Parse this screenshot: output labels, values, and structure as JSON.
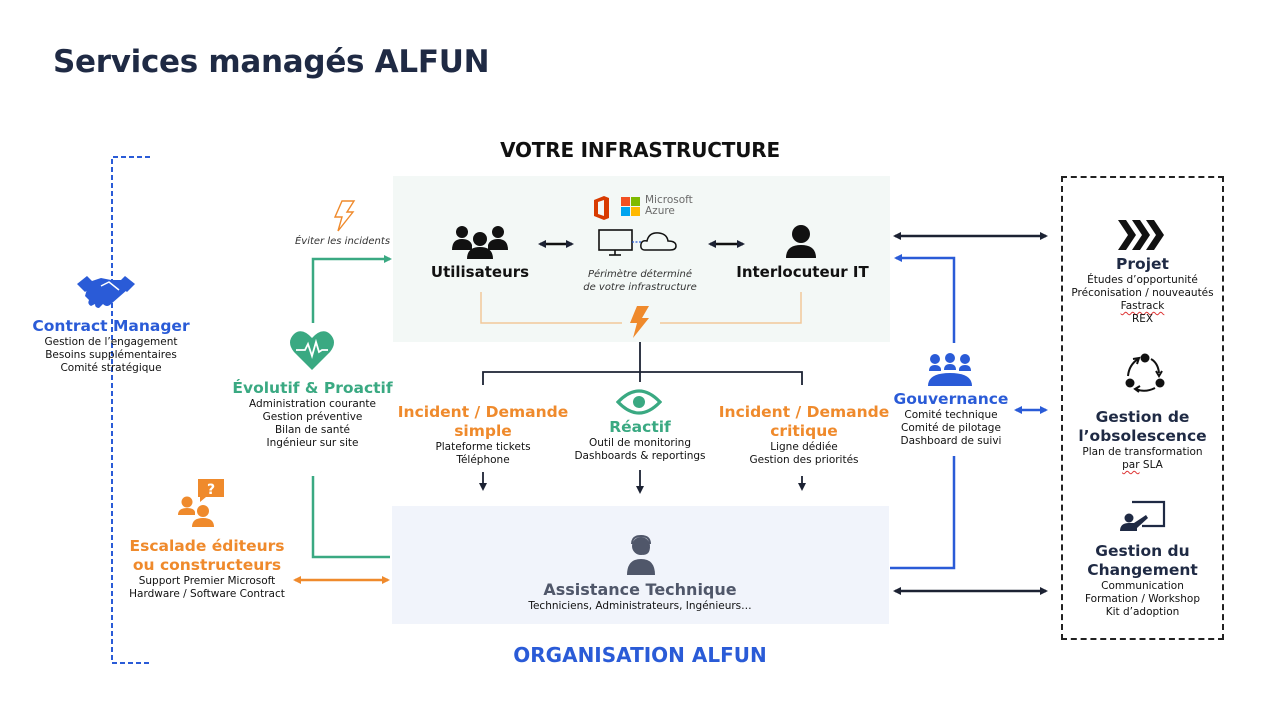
{
  "page": {
    "title": "Services managés ALFUN"
  },
  "infrastructure": {
    "title": "VOTRE INFRASTRUCTURE",
    "users_label": "Utilisateurs",
    "it_contact_label": "Interlocuteur IT",
    "microsoft_label_line1": "Microsoft",
    "microsoft_label_line2": "Azure",
    "perimeter_note_line1": "Périmètre déterminé",
    "perimeter_note_line2": "de votre infrastructure"
  },
  "organisation": {
    "title": "ORGANISATION ALFUN"
  },
  "contract_manager": {
    "title": "Contract Manager",
    "lines": [
      "Gestion de l’engagement",
      "Besoins supplémentaires",
      "Comité stratégique"
    ]
  },
  "proactive": {
    "note": "Éviter les incidents",
    "title": "Évolutif & Proactif",
    "lines": [
      "Administration courante",
      "Gestion préventive",
      "Bilan de santé",
      "Ingénieur sur site"
    ]
  },
  "escalation": {
    "title_line1": "Escalade éditeurs",
    "title_line2": "ou constructeurs",
    "lines": [
      "Support Premier Microsoft",
      "Hardware / Software Contract"
    ]
  },
  "incident_simple": {
    "title_line1": "Incident / Demande",
    "title_line2": "simple",
    "lines": [
      "Plateforme tickets",
      "Téléphone"
    ]
  },
  "reactive": {
    "title": "Réactif",
    "lines": [
      "Outil de monitoring",
      "Dashboards & reportings"
    ]
  },
  "incident_critical": {
    "title_line1": "Incident / Demande",
    "title_line2": "critique",
    "lines": [
      "Ligne dédiée",
      "Gestion des priorités"
    ]
  },
  "assistance": {
    "title": "Assistance Technique",
    "subtitle": "Techniciens, Administrateurs, Ingénieurs…"
  },
  "governance": {
    "title": "Gouvernance",
    "lines": [
      "Comité technique",
      "Comité de pilotage",
      "Dashboard de suivi"
    ]
  },
  "right_panel": {
    "project": {
      "title": "Projet",
      "lines": [
        "Études d’opportunité",
        "Préconisation / nouveautés",
        "Fastrack",
        "REX"
      ]
    },
    "obsolescence": {
      "title_line1": "Gestion de",
      "title_line2": "l’obsolescence",
      "line1": "Plan de transformation",
      "line2_prefix": "par",
      "line2_suffix": " SLA"
    },
    "change": {
      "title_line1": "Gestion du",
      "title_line2": "Changement",
      "lines": [
        "Communication",
        "Formation / Workshop",
        "Kit d’adoption"
      ]
    }
  },
  "colors": {
    "title_navy": "#1f2a44",
    "blue": "#2a5bd7",
    "green": "#3aa982",
    "orange": "#ef8a2c",
    "dark": "#1c2233",
    "infra_bg": "#f3f8f6",
    "assist_bg": "#f1f4fb",
    "assist_gray": "#50576a"
  }
}
